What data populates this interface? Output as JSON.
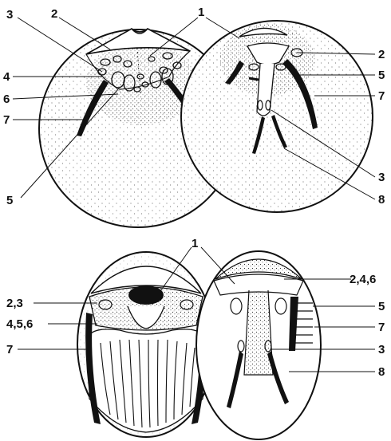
{
  "figure": {
    "top": {
      "left_labels": [
        "3",
        "2",
        "4",
        "6",
        "7",
        "5"
      ],
      "center_label": "1",
      "right_labels": [
        "2",
        "5",
        "7",
        "3",
        "8"
      ]
    },
    "bottom": {
      "left_labels": [
        "2,3",
        "4,5,6",
        "7"
      ],
      "center_label": "1",
      "right_labels": [
        "2,4,6",
        "5",
        "7",
        "3",
        "8"
      ]
    }
  },
  "colors": {
    "ink": "#111111",
    "paper": "#ffffff",
    "stipple": "#444444"
  }
}
